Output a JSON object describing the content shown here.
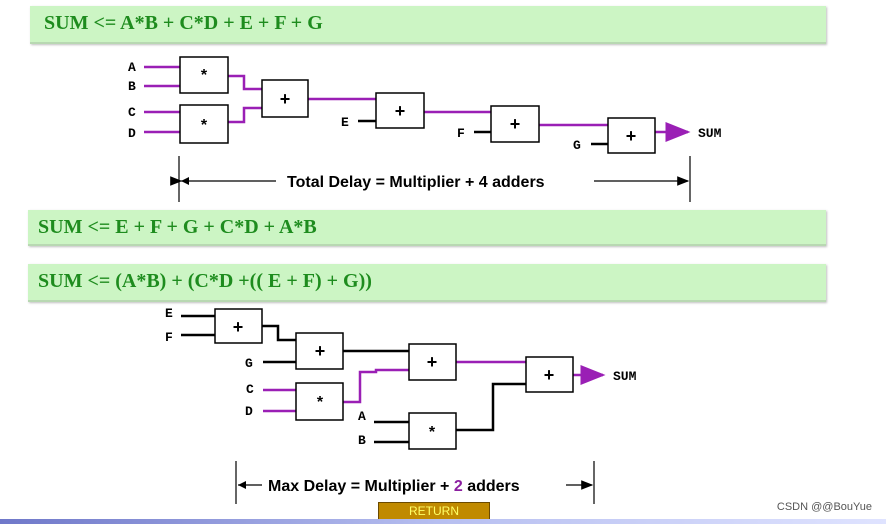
{
  "banners": {
    "eq1": "SUM <= A*B + C*D + E + F + G",
    "eq2": "SUM <= E + F + G + C*D + A*B",
    "eq3": "SUM <= (A*B) + (C*D +(( E + F) + G))"
  },
  "top_diagram": {
    "inputs": {
      "a": "A",
      "b": "B",
      "c": "C",
      "d": "D",
      "e": "E",
      "f": "F",
      "g": "G"
    },
    "ops": {
      "mult1": "*",
      "mult2": "*",
      "add1": "+",
      "add2": "+",
      "add3": "+",
      "add4": "+"
    },
    "output": "SUM",
    "delay_caption": "Total Delay = Multiplier + 4 adders"
  },
  "bottom_diagram": {
    "inputs": {
      "e": "E",
      "f": "F",
      "g": "G",
      "c": "C",
      "d": "D",
      "a": "A",
      "b": "B"
    },
    "ops": {
      "add1": "+",
      "add2": "+",
      "mult1": "*",
      "add3": "+",
      "mult2": "*",
      "add4": "+"
    },
    "output": "SUM",
    "delay_caption_prefix": "Max Delay = Multiplier + ",
    "delay_caption_number": "2",
    "delay_caption_suffix": " adders"
  },
  "colors": {
    "banner_bg": "#ccf5c4",
    "banner_text": "#1e8c1e",
    "wire_purple": "#9a1fb5",
    "highlight_number": "#8b1fa0"
  },
  "return_label": "RETURN",
  "watermark": "CSDN @@BouYue"
}
